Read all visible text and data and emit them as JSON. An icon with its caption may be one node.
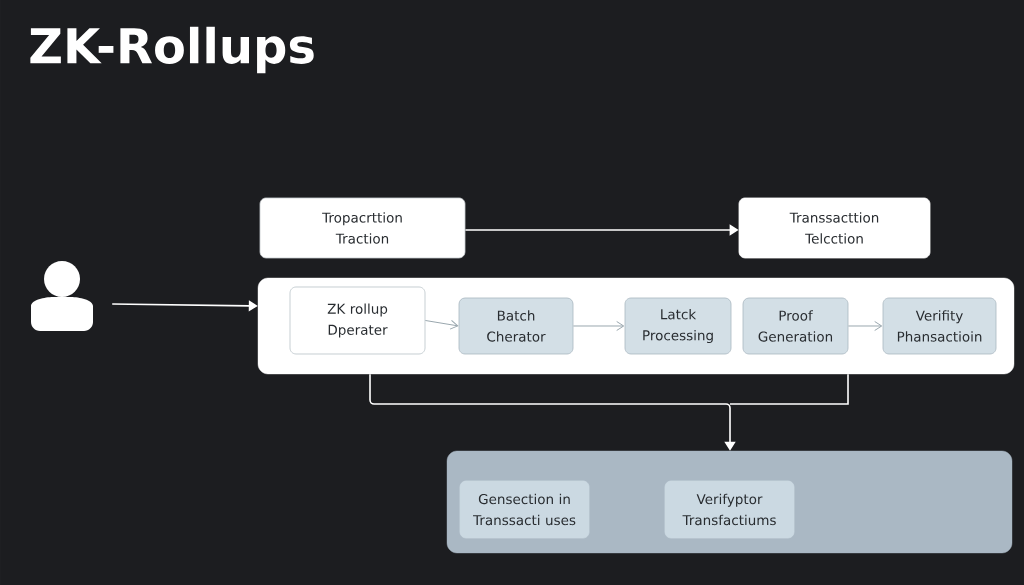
{
  "diagram": {
    "title": "ZK-Rollups",
    "nodes": [
      {
        "text": [],
        "shape": "person"
      },
      {
        "text": [
          "Tropacrttion Traction"
        ]
      },
      {
        "text": [
          "Transsacttion Telcction"
        ]
      },
      {
        "text": [],
        "shape": "box"
      },
      {
        "text": [
          "ZK rollup Dperater"
        ],
        "in": 3
      },
      {
        "text": [
          "Batch Cherator"
        ],
        "in": 3
      },
      {
        "text": [
          "Latck Processing"
        ],
        "in": 3
      },
      {
        "text": [
          "Proof Generation"
        ],
        "in": 3
      },
      {
        "text": [
          "Verifity Phansactioin"
        ],
        "in": 3
      },
      {
        "text": [],
        "shape": "box"
      },
      {
        "text": [
          "Gensection in Transsacti uses"
        ],
        "in": 9
      },
      {
        "text": [
          "Verifyptor Transfactiums"
        ],
        "in": 9
      }
    ],
    "edges": [
      {
        "from": 0,
        "to": 3,
        "arrow": "to"
      },
      {
        "from": 1,
        "to": 2,
        "arrow": "to"
      },
      {
        "from": 4,
        "to": 5,
        "arrow": "to",
        "color": "#9aa7ae"
      },
      {
        "from": 5,
        "to": 6,
        "arrow": "to",
        "color": "#9aa7ae"
      },
      {
        "from": 7,
        "to": 8,
        "arrow": "to",
        "color": "#9aa7ae"
      },
      {
        "from": 3,
        "to": 9,
        "arrow": "to"
      }
    ]
  }
}
